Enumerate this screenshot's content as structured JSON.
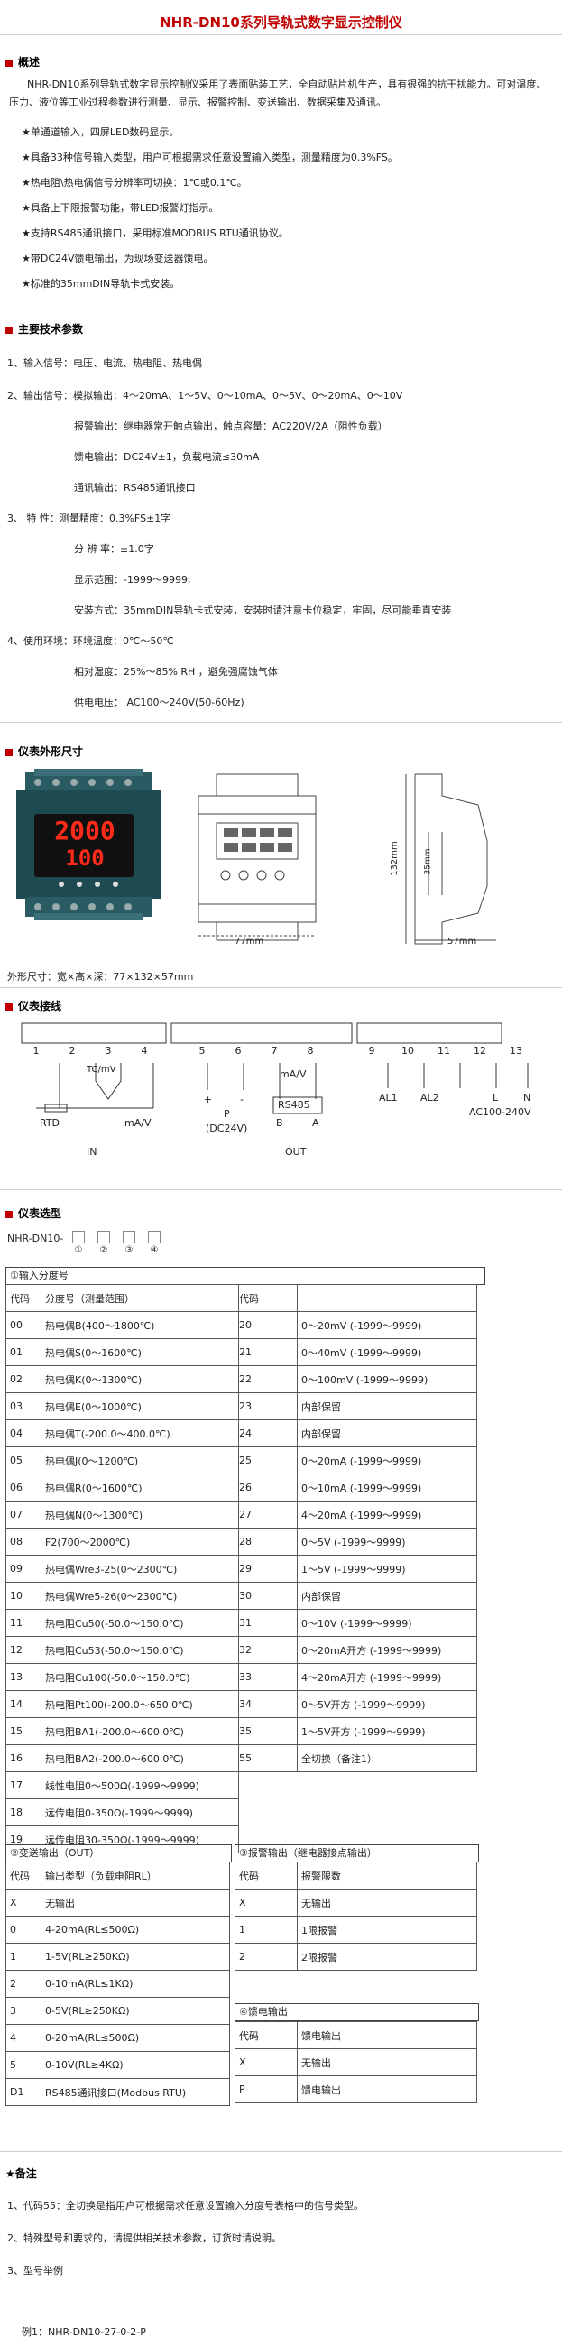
{
  "title": "NHR-DN10系列导轨式数字显示控制仪",
  "overview": {
    "heading": "概述",
    "intro": "NHR-DN10系列导轨式数字显示控制仪采用了表面贴装工艺，全自动贴片机生产，具有很强的抗干扰能力。可对温度、压力、液位等工业过程参数进行测量、显示、报警控制、变送输出、数据采集及通讯。",
    "features": [
      "★单通道输入，四屏LED数码显示。",
      "★具备33种信号输入类型，用户可根据需求任意设置输入类型，测量精度为0.3%FS。",
      "★热电阻\\热电偶信号分辨率可切换：1℃或0.1℃。",
      "★具备上下限报警功能，带LED报警灯指示。",
      "★支持RS485通讯接口，采用标准MODBUS RTU通讯协议。",
      "★带DC24V馈电输出，为现场变送器馈电。",
      "★标准的35mmDIN导轨卡式安装。"
    ]
  },
  "specs": {
    "heading": "主要技术参数",
    "rows": [
      "1、输入信号：电压、电流、热电阻、热电偶",
      "2、输出信号：模拟输出：4～20mA、1～5V、0～10mA、0～5V、0～20mA、0～10V",
      "报警输出：继电器常开触点输出，触点容量：AC220V/2A（阻性负载）",
      "馈电输出：DC24V±1，负载电流≤30mA",
      "通讯输出：RS485通讯接口",
      "3、    特    性：测量精度：0.3%FS±1字",
      "分  辨  率：±1.0字",
      "显示范围：-1999～9999;",
      "安装方式：35mmDIN导轨卡式安装，安装时请注意卡位稳定，牢固，尽可能垂直安装",
      "4、使用环境：环境温度：0℃～50℃",
      "相对湿度：25%～85% RH  ，避免强腐蚀气体",
      "供电电压：  AC100～240V(50-60Hz)"
    ]
  },
  "dimensions": {
    "heading": "仪表外形尺寸",
    "display_top": "2000",
    "display_bottom": "100",
    "dim_width": "77mm",
    "dim_height": "132mm",
    "dim_depth": "57mm",
    "dim_inner": "35mm",
    "caption": "外形尺寸：宽×高×深：77×132×57mm"
  },
  "wiring": {
    "heading": "仪表接线",
    "terminals": [
      "1",
      "2",
      "3",
      "4",
      "5",
      "6",
      "7",
      "8",
      "9",
      "10",
      "11",
      "12",
      "13"
    ],
    "tc_label": "TC/mV",
    "rtd_label": "RTD",
    "ma_v": "mA/V",
    "in_label": "IN",
    "p_label": "P",
    "dc24": "(DC24V)",
    "ma_v_out": "mA/V",
    "rs485": "RS485",
    "b_label": "B",
    "a_label": "A",
    "out_label": "OUT",
    "al1": "AL1",
    "al2": "AL2",
    "l_label": "L",
    "n_label": "N",
    "ac": "AC100-240V",
    "plus": "+",
    "minus": "-"
  },
  "model": {
    "heading": "仪表选型",
    "prefix": "NHR-DN10-",
    "nums": [
      "①",
      "②",
      "③",
      "④"
    ]
  },
  "input_table": {
    "title": "①输入分度号",
    "head_code": "代码",
    "head_type": "分度号（测量范围）",
    "left": [
      [
        "00",
        "热电偶B(400～1800℃)"
      ],
      [
        "01",
        "热电偶S(0～1600℃)"
      ],
      [
        "02",
        "热电偶K(0～1300℃)"
      ],
      [
        "03",
        "热电偶E(0～1000℃)"
      ],
      [
        "04",
        "热电偶T(-200.0～400.0℃)"
      ],
      [
        "05",
        "热电偶J(0～1200℃)"
      ],
      [
        "06",
        "热电偶R(0～1600℃)"
      ],
      [
        "07",
        "热电偶N(0～1300℃)"
      ],
      [
        "08",
        "F2(700～2000℃)"
      ],
      [
        "09",
        "热电偶Wre3-25(0～2300℃)"
      ],
      [
        "10",
        "热电偶Wre5-26(0～2300℃)"
      ],
      [
        "11",
        "热电阻Cu50(-50.0～150.0℃)"
      ],
      [
        "12",
        "热电阻Cu53(-50.0～150.0℃)"
      ],
      [
        "13",
        "热电阻Cu100(-50.0～150.0℃)"
      ],
      [
        "14",
        "热电阻Pt100(-200.0～650.0℃)"
      ],
      [
        "15",
        "热电阻BA1(-200.0～600.0℃)"
      ],
      [
        "16",
        "热电阻BA2(-200.0～600.0℃)"
      ],
      [
        "17",
        "线性电阻0～500Ω(-1999～9999)"
      ],
      [
        "18",
        "远传电阻0-350Ω(-1999～9999)"
      ],
      [
        "19",
        "远传电阻30-350Ω(-1999～9999)"
      ]
    ],
    "right": [
      [
        "20",
        "0～20mV (-1999～9999)"
      ],
      [
        "21",
        "0～40mV (-1999～9999)"
      ],
      [
        "22",
        "0～100mV (-1999～9999)"
      ],
      [
        "23",
        "内部保留"
      ],
      [
        "24",
        "内部保留"
      ],
      [
        "25",
        "0～20mA (-1999～9999)"
      ],
      [
        "26",
        "0～10mA (-1999～9999)"
      ],
      [
        "27",
        "4～20mA (-1999～9999)"
      ],
      [
        "28",
        "0～5V (-1999～9999)"
      ],
      [
        "29",
        "1～5V (-1999～9999)"
      ],
      [
        "30",
        "内部保留"
      ],
      [
        "31",
        "0～10V (-1999～9999)"
      ],
      [
        "32",
        "0～20mA开方 (-1999～9999)"
      ],
      [
        "33",
        "4～20mA开方 (-1999～9999)"
      ],
      [
        "34",
        "0～5V开方 (-1999～9999)"
      ],
      [
        "35",
        "1～5V开方 (-1999～9999)"
      ],
      [
        "55",
        "全切换（备注1）"
      ]
    ]
  },
  "output_table": {
    "title": "②变送输出（OUT）",
    "head_code": "代码",
    "head_type": "输出类型（负载电阻RL）",
    "rows": [
      [
        "X",
        "无输出"
      ],
      [
        "0",
        "4-20mA(RL≤500Ω)"
      ],
      [
        "1",
        "1-5V(RL≥250KΩ)"
      ],
      [
        "2",
        "0-10mA(RL≤1KΩ)"
      ],
      [
        "3",
        "0-5V(RL≥250KΩ)"
      ],
      [
        "4",
        "0-20mA(RL≤500Ω)"
      ],
      [
        "5",
        "0-10V(RL≥4KΩ)"
      ],
      [
        "D1",
        "RS485通讯接口(Modbus RTU)"
      ]
    ]
  },
  "alarm_table": {
    "title": "③报警输出（继电器接点输出）",
    "head_code": "代码",
    "head_type": "报警限数",
    "rows": [
      [
        "X",
        "无输出"
      ],
      [
        "1",
        "1限报警"
      ],
      [
        "2",
        "2限报警"
      ]
    ]
  },
  "feed_table": {
    "title": "④馈电输出",
    "head_code": "代码",
    "head_type": "馈电输出",
    "rows": [
      [
        "X",
        "无输出"
      ],
      [
        "P",
        "馈电输出"
      ]
    ]
  },
  "notes": {
    "heading": "★备注",
    "items": [
      "1、代码55：全切换是指用户可根据需求任意设置输入分度号表格中的信号类型。",
      "2、特殊型号和要求的，请提供相关技术参数，订货时请说明。",
      "3、型号举例",
      "例1：NHR-DN10-27-0-2-P"
    ]
  }
}
